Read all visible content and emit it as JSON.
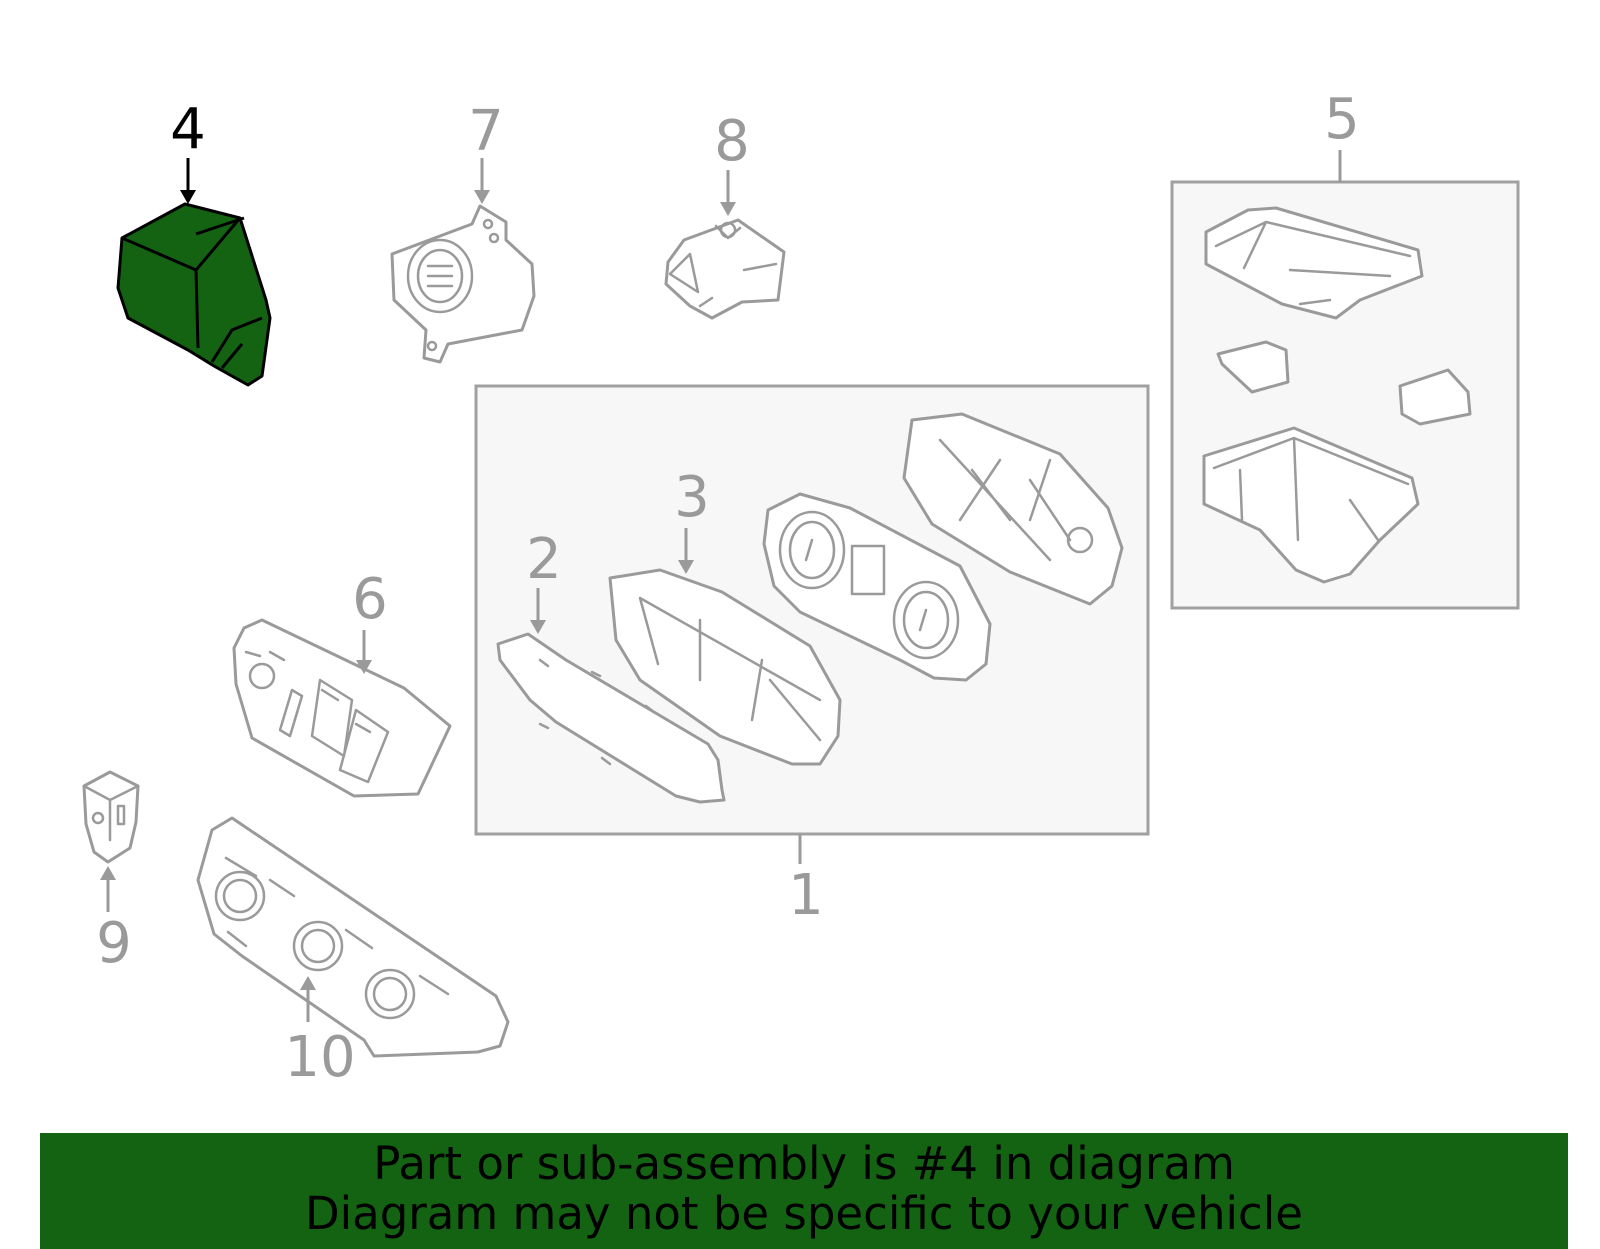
{
  "colors": {
    "highlight": "#136313",
    "outline": "#9a9a9a",
    "banner_bg": "#136313"
  },
  "callouts": {
    "c1": "1",
    "c2": "2",
    "c3": "3",
    "c4": "4",
    "c5": "5",
    "c6": "6",
    "c7": "7",
    "c8": "8",
    "c9": "9",
    "c10": "10"
  },
  "banner": {
    "line1": "Part or sub-assembly is #4 in diagram",
    "line2": "Diagram may not be specific to your vehicle"
  }
}
